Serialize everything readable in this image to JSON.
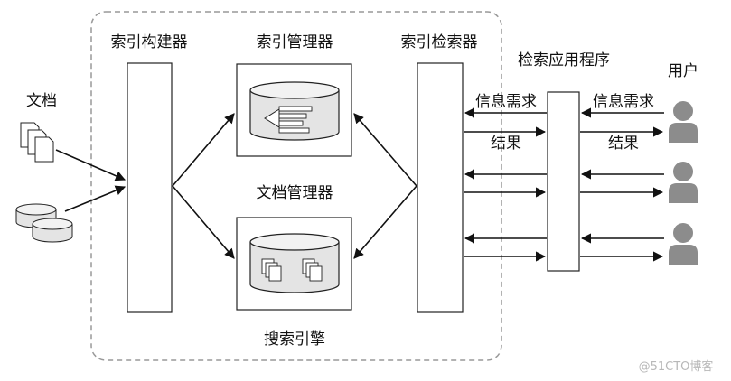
{
  "engine": {
    "name": "搜索引擎",
    "index_builder": "索引构建器",
    "index_manager": "索引管理器",
    "document_manager": "文档管理器",
    "index_searcher": "索引检索器"
  },
  "documents": {
    "label": "文档"
  },
  "search_app": {
    "label": "检索应用程序"
  },
  "users": {
    "label": "用户",
    "count": 3
  },
  "flows": {
    "request_right": "信息需求",
    "result_right": "结果",
    "request_left": "信息需求",
    "result_left": "结果"
  },
  "watermark": "@51CTO博客",
  "colors": {
    "db_fill": "#e4e4e4",
    "user_fill": "#8c8c8c",
    "dashed_border": "#999999"
  }
}
